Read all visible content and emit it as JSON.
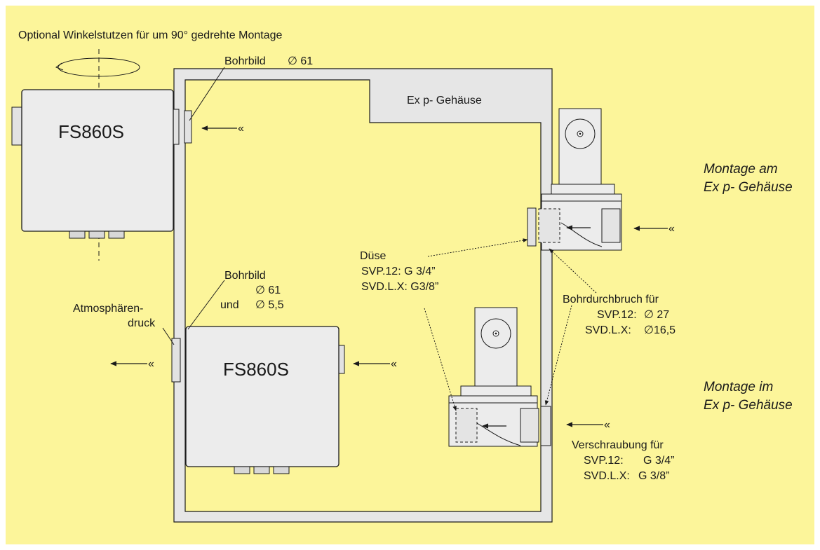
{
  "labels": {
    "optional_note": "Optional Winkelstutzen für um 90° gedrehte Montage",
    "bohrbild_top": "Bohrbild",
    "diameter_top": "∅ 61",
    "ex_housing": "Ex p- Gehäuse",
    "device_top": "FS860S",
    "device_bottom": "FS860S",
    "montage_am_line1": "Montage am",
    "montage_am_line2": "Ex p- Gehäuse",
    "montage_im_line1": "Montage im",
    "montage_im_line2": "Ex p- Gehäuse",
    "duese_title": "Düse",
    "duese_line1": "SVP.12: G 3/4”",
    "duese_line2": "SVD.L.X: G3/8”",
    "bohrbild_mid": "Bohrbild",
    "bohrbild_mid_d1": "∅ 61",
    "bohrbild_mid_und": "und",
    "bohrbild_mid_d2": "∅ 5,5",
    "atmos_line1": "Atmosphären-",
    "atmos_line2": "druck",
    "bohrdurch_title": "Bohrdurchbruch für",
    "bohrdurch_svp_key": "SVP.12:",
    "bohrdurch_svp_val": "∅ 27",
    "bohrdurch_svd_key": "SVD.L.X:",
    "bohrdurch_svd_val": "∅16,5",
    "verschr_title": "Verschraubung für",
    "verschr_svp_key": "SVP.12:",
    "verschr_svp_val": "G 3/4”",
    "verschr_svd_key": "SVD.L.X:",
    "verschr_svd_val": "G 3/8”",
    "arrow_glyph": "«"
  },
  "colors": {
    "background": "#fcf59a",
    "housing_fill": "#e6e6e6",
    "device_fill": "#ececec",
    "line": "#1a1a1a"
  }
}
